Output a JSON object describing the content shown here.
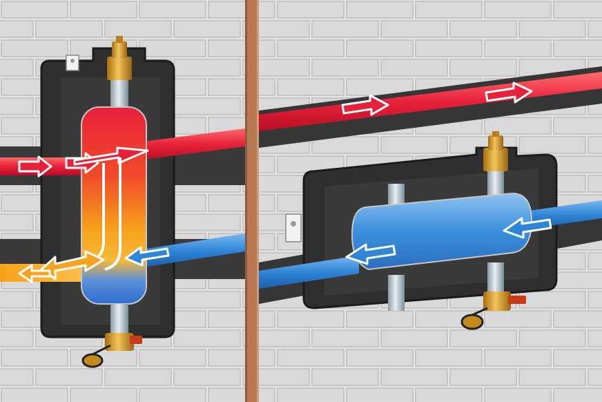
{
  "scene": {
    "panels": [
      {
        "name": "vertical-hydraulic-separator",
        "orientation": "vertical"
      },
      {
        "name": "horizontal-hydraulic-separator",
        "orientation": "horizontal"
      }
    ],
    "colors": {
      "wall": "#e3e3e3",
      "brick": "#c8c8c8",
      "divider": "#b87a55",
      "insulation": "#3d3d3d",
      "hot": "#e8213b",
      "warm": "#f7a11a",
      "cold": "#2f86d6",
      "brass": "#d39a2a",
      "valve_handle": "#c83a18"
    },
    "icons": [
      "air-vent-valve-icon",
      "drain-valve-icon",
      "flow-arrow-icon",
      "wall-bracket-icon"
    ]
  }
}
